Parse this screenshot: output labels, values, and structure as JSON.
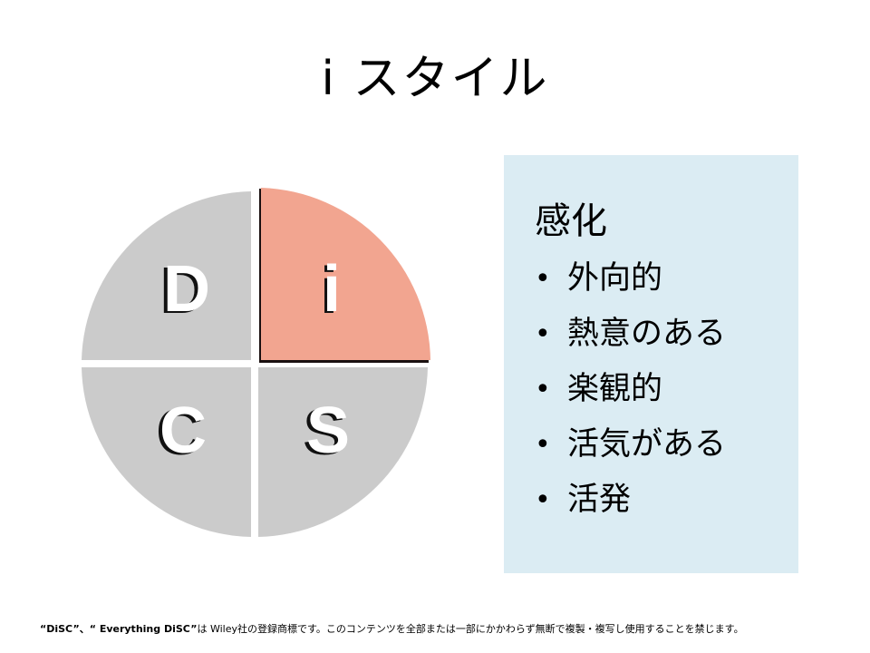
{
  "slide": {
    "title": "i スタイル"
  },
  "disc_model": {
    "quadrants": [
      {
        "letter": "D",
        "position": "top-left",
        "color": "#cbcbcb",
        "highlighted": false
      },
      {
        "letter": "i",
        "position": "top-right",
        "color": "#f2a590",
        "highlighted": true
      },
      {
        "letter": "C",
        "position": "bottom-left",
        "color": "#cbcbcb",
        "highlighted": false
      },
      {
        "letter": "S",
        "position": "bottom-right",
        "color": "#cbcbcb",
        "highlighted": false
      }
    ],
    "highlight_border_color": "#1a1010",
    "letter_color": "#ffffff",
    "letter_shadow_color": "#111111"
  },
  "panel": {
    "background": "#dbecf3",
    "heading": "感化",
    "bullet_glyph": "•",
    "traits": [
      "外向的",
      "熱意のある",
      "楽観的",
      "活気がある",
      "活発"
    ]
  },
  "footer": {
    "brand_text": "“DiSC”、“ Everything DiSC”",
    "notice": "は Wiley社の登録商標です。このコンテンツを全部または一部にかかわらず無断で複製・複写し使用することを禁じます。"
  }
}
